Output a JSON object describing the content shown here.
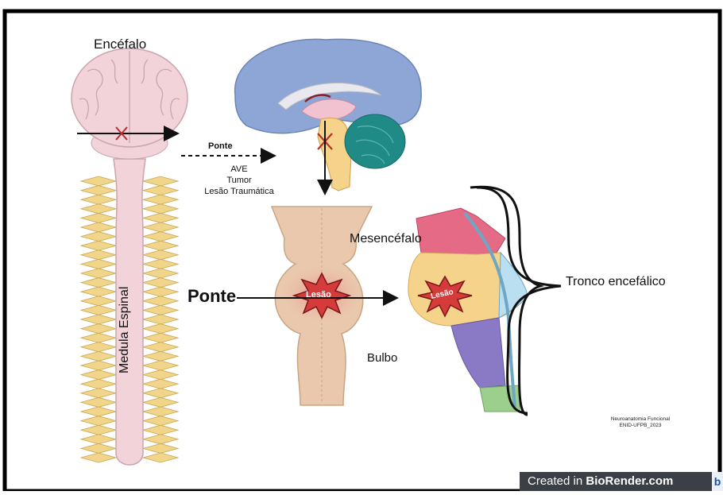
{
  "labels": {
    "encefalo": "Encéfalo",
    "ponte_small": "Ponte",
    "causes": [
      "AVE",
      "Tumor",
      "Lesão Traumática"
    ],
    "mesencefalo": "Mesencéfalo",
    "ponte_big": "Ponte",
    "lesao_1": "Lesão",
    "lesao_2": "Lesão",
    "bulbo": "Bulbo",
    "tronco": "Tronco encefálico",
    "medula": "Medula Espinal",
    "credit_line1": "Neuroanatomia Funcional",
    "credit_line2": "ENID-UFPB_2023"
  },
  "brand": {
    "prefix": "Created in ",
    "name": "BioRender.com",
    "icon": "b"
  },
  "colors": {
    "frame": "#000000",
    "brain_pink": "#f3d3da",
    "cortex_blue": "#8ea6d6",
    "cerebellum_teal": "#1f8a86",
    "brainstem_tan": "#e9c8ad",
    "mesencephalon": "#e46a86",
    "pons": "#f6d38a",
    "medulla_purple": "#8a79c4",
    "spinal_green": "#9ccf8e",
    "lesion_red": "#d63b3b",
    "nerve_yellow": "#f1d58a"
  }
}
